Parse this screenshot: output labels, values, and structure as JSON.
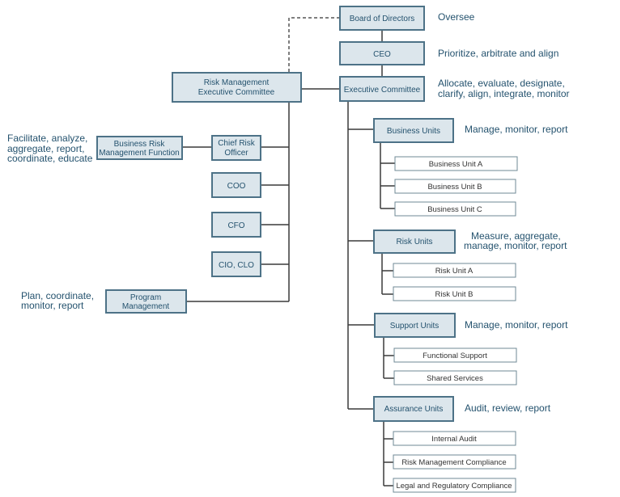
{
  "board": {
    "label": "Board of Directors",
    "role": "Oversee"
  },
  "ceo": {
    "label": "CEO",
    "role": "Prioritize, arbitrate and align"
  },
  "exec_committee": {
    "label": "Executive Committee",
    "role_line1": "Allocate, evaluate, designate,",
    "role_line2": "clarify, align, integrate, monitor"
  },
  "rmec": {
    "line1": "Risk Management",
    "line2": "Executive Committee"
  },
  "cro": {
    "line1": "Chief Risk",
    "line2": "Officer"
  },
  "brmf": {
    "line1": "Business Risk",
    "line2": "Management Function",
    "role_line1": "Facilitate, analyze,",
    "role_line2": "aggregate, report,",
    "role_line3": "coordinate, educate"
  },
  "coo": {
    "label": "COO"
  },
  "cfo": {
    "label": "CFO"
  },
  "cio": {
    "label": "CIO, CLO"
  },
  "pm": {
    "line1": "Program",
    "line2": "Management",
    "role_line1": "Plan, coordinate,",
    "role_line2": "monitor, report"
  },
  "business_units": {
    "label": "Business Units",
    "role": "Manage, monitor, report",
    "items": [
      "Business Unit A",
      "Business Unit B",
      "Business Unit C"
    ]
  },
  "risk_units": {
    "label": "Risk Units",
    "role_line1": "Measure, aggregate,",
    "role_line2": "manage, monitor, report",
    "items": [
      "Risk Unit A",
      "Risk Unit B"
    ]
  },
  "support_units": {
    "label": "Support Units",
    "role": "Manage, monitor, report",
    "items": [
      "Functional Support",
      "Shared Services"
    ]
  },
  "assurance_units": {
    "label": "Assurance Units",
    "role": "Audit, review, report",
    "items": [
      "Internal Audit",
      "Risk Management Compliance",
      "Legal and Regulatory Compliance"
    ]
  }
}
